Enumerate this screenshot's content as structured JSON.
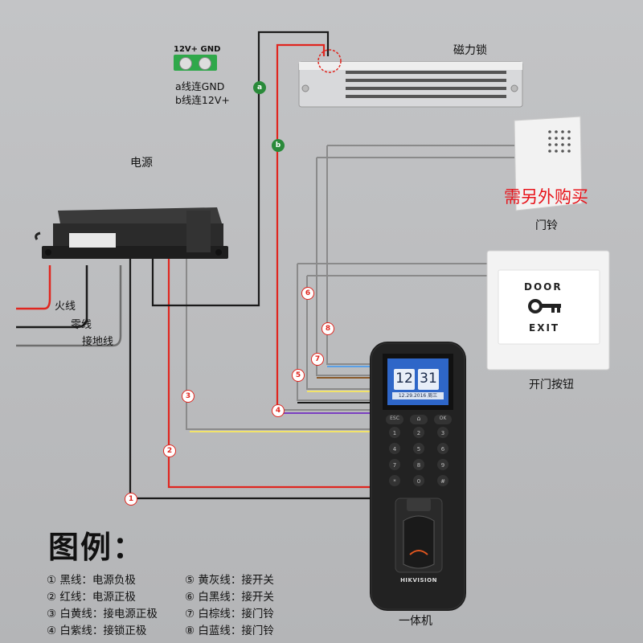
{
  "terminal": {
    "label": "12V+ GND",
    "note_a": "a线连GND",
    "note_b": "b线连12V+"
  },
  "components": {
    "power_supply": "电源",
    "mag_lock": "磁力锁",
    "doorbell": "门铃",
    "doorbell_note": "需另外购买",
    "exit_button": "开门按钮",
    "exit_button_top": "DOOR",
    "exit_button_bottom": "EXIT",
    "device": "一体机",
    "device_brand": "HIKVISION"
  },
  "mains": {
    "live": "火线",
    "neutral": "零线",
    "ground": "接地线"
  },
  "screen": {
    "hour": "12",
    "minute": "31",
    "date": "12.29.2016 周三"
  },
  "keypad": {
    "top_keys": [
      "ESC",
      "⌂",
      "OK"
    ]
  },
  "markers": [
    "1",
    "2",
    "3",
    "4",
    "5",
    "6",
    "7",
    "8",
    "a",
    "b"
  ],
  "legend": {
    "title": "图例：",
    "items": [
      "① 黑线：电源负极",
      "② 红线：电源正极",
      "③ 白黄线：接电源正极",
      "④ 白紫线：接锁正极",
      "⑤ 黄灰线：接开关",
      "⑥ 白黑线：接开关",
      "⑦ 白棕线：接门铃",
      "⑧ 白蓝线：接门铃"
    ]
  },
  "colors": {
    "red": "#e0261f",
    "black": "#1a1a1a",
    "gray": "#6e6e6e",
    "marker_green": "#2a8a3a"
  }
}
